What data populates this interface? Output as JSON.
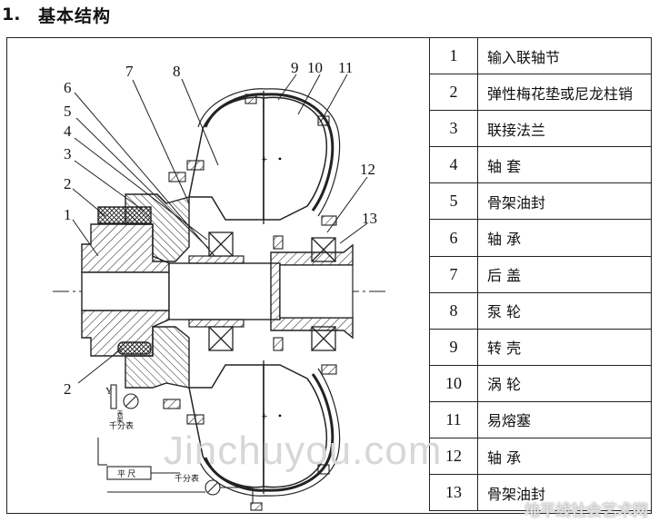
{
  "heading": {
    "number": "1.",
    "title": "基本结构"
  },
  "legend": [
    {
      "n": "1",
      "label": "输入联轴节"
    },
    {
      "n": "2",
      "label": "弹性梅花垫或尼龙柱销"
    },
    {
      "n": "3",
      "label": "联接法兰"
    },
    {
      "n": "4",
      "label": "轴 套"
    },
    {
      "n": "5",
      "label": "骨架油封"
    },
    {
      "n": "6",
      "label": "轴 承"
    },
    {
      "n": "7",
      "label": "后 盖"
    },
    {
      "n": "8",
      "label": "泵 轮"
    },
    {
      "n": "9",
      "label": "转 壳"
    },
    {
      "n": "10",
      "label": "涡 轮"
    },
    {
      "n": "11",
      "label": "易熔塞"
    },
    {
      "n": "12",
      "label": "轴 承"
    },
    {
      "n": "13",
      "label": "骨架油封"
    }
  ],
  "callouts": [
    "1",
    "2",
    "3",
    "4",
    "5",
    "6",
    "7",
    "8",
    "9",
    "10",
    "11",
    "12",
    "13",
    "2"
  ],
  "instruments": {
    "y_label": "Y",
    "gauge_small": "表架",
    "dial1": "千分表",
    "ruler": "平 尺",
    "dial2": "千分表"
  },
  "watermark": "Jinchuyou.com",
  "watermark2": "地平线社会艺术网"
}
